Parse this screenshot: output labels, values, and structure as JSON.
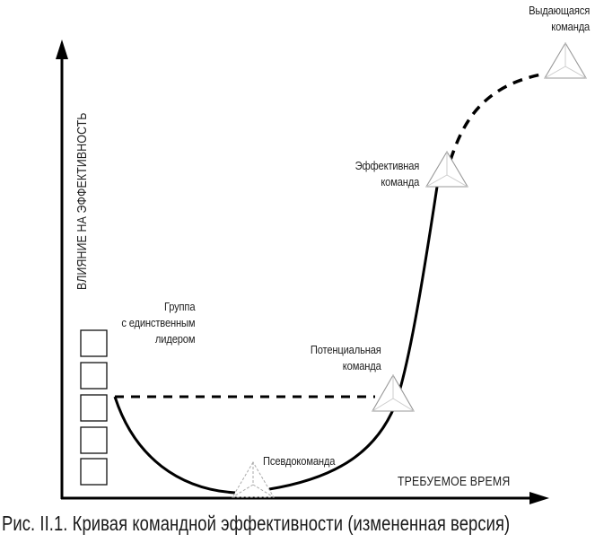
{
  "figure": {
    "caption": "Рис. II.1.  Кривая командной эффективности (измененная версия)",
    "x_axis_label": "ТРЕБУЕМОЕ ВРЕМЯ",
    "y_axis_label": "ВЛИЯНИЕ НА ЭФФЕКТИВНОСТЬ"
  },
  "stages": [
    {
      "id": "group",
      "lines": [
        "Группа",
        "с единственным",
        "лидером"
      ],
      "marker": "stacked-squares"
    },
    {
      "id": "pseudo",
      "lines": [
        "Псевдокоманда"
      ],
      "marker": "dashed-triangle"
    },
    {
      "id": "potential",
      "lines": [
        "Потенциальная",
        "команда"
      ],
      "marker": "triangle"
    },
    {
      "id": "effective",
      "lines": [
        "Эффективная",
        "команда"
      ],
      "marker": "triangle"
    },
    {
      "id": "outstanding",
      "lines": [
        "Выдающаяся",
        "команда"
      ],
      "marker": "triangle"
    }
  ],
  "colors": {
    "curve": "#000000",
    "marker_stroke": "#9a9a9a",
    "marker_inner": "#c8c8c8",
    "text": "#222222"
  }
}
